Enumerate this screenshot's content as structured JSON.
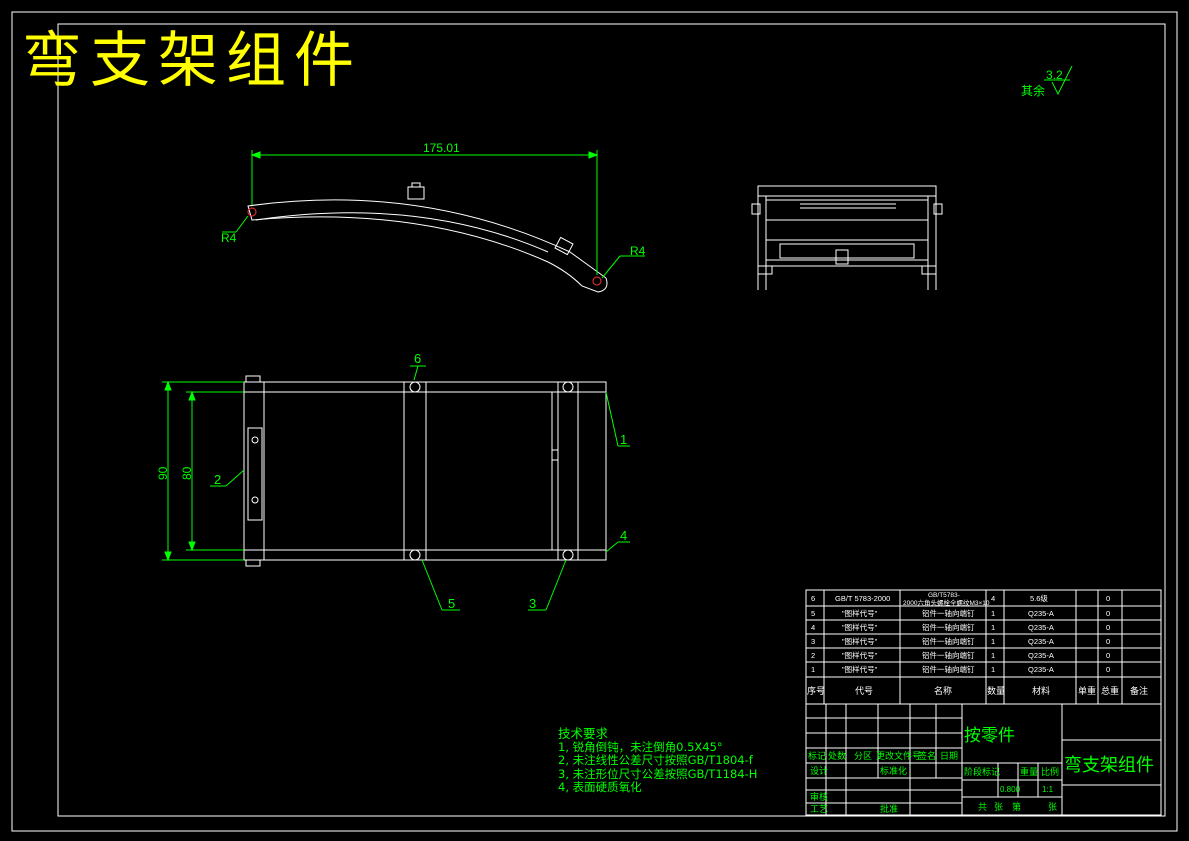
{
  "title": "弯支架组件",
  "surface": {
    "value": "3.2",
    "note": "其余"
  },
  "dimensions": {
    "arc_length": "175.01",
    "radius_left": "R4",
    "radius_right": "R4",
    "height_outer": "90",
    "height_inner": "80"
  },
  "balloons": [
    "1",
    "2",
    "3",
    "4",
    "5",
    "6"
  ],
  "tech_requirements": {
    "heading": "技术要求",
    "items": [
      "1, 锐角倒钝，未注倒角0.5X45°",
      "2, 未注线性公差尺寸按照GB/T1804-f",
      "3, 未注形位尺寸公差按照GB/T1184-H",
      "4, 表面硬质氧化"
    ]
  },
  "bom": {
    "rows": [
      {
        "no": "6",
        "code": "GB/T 5783-2000",
        "name1": "GB/T5783-",
        "name2": "2000六角头螺栓全螺纹M3×10",
        "qty": "4",
        "material": "5.6级",
        "w": "0"
      },
      {
        "no": "5",
        "code": "\"图样代号\"",
        "name": "铝件一轴向端钉",
        "qty": "1",
        "material": "Q235-A",
        "w": "0"
      },
      {
        "no": "4",
        "code": "\"图样代号\"",
        "name": "铝件一轴向端钉",
        "qty": "1",
        "material": "Q235-A",
        "w": "0"
      },
      {
        "no": "3",
        "code": "\"图样代号\"",
        "name": "铝件一轴向端钉",
        "qty": "1",
        "material": "Q235-A",
        "w": "0"
      },
      {
        "no": "2",
        "code": "\"图样代号\"",
        "name": "铝件一轴向端钉",
        "qty": "1",
        "material": "Q235-A",
        "w": "0"
      },
      {
        "no": "1",
        "code": "\"图样代号\"",
        "name": "铝件一轴向端钉",
        "qty": "1",
        "material": "Q235-A",
        "w": "0"
      }
    ],
    "header": {
      "no": "序号",
      "code": "代号",
      "name": "名称",
      "qty": "数量",
      "material": "材料",
      "unit_w": "单重",
      "total_w": "总重",
      "note": "备注"
    }
  },
  "title_block": {
    "part_type": "按零件",
    "drawing_name": "弯支架组件",
    "mark": "标记",
    "count": "处数",
    "zone": "分区",
    "change_doc": "更改文件号",
    "signature": "签名",
    "date": "日期",
    "design": "设计",
    "standardize": "标准化",
    "review": "审核",
    "process": "工艺",
    "approve": "批准",
    "stage_mark": "阶段标记",
    "weight": "重量",
    "scale": "比例",
    "weight_val": "0.800",
    "scale_val": "1:1",
    "total": "共",
    "sheet_of": "张",
    "page": "第",
    "sheet_of2": "张"
  },
  "colors": {
    "outline": "#ffffff",
    "dim": "#00ff00",
    "title": "#ffff00",
    "center": "#ff0000"
  }
}
